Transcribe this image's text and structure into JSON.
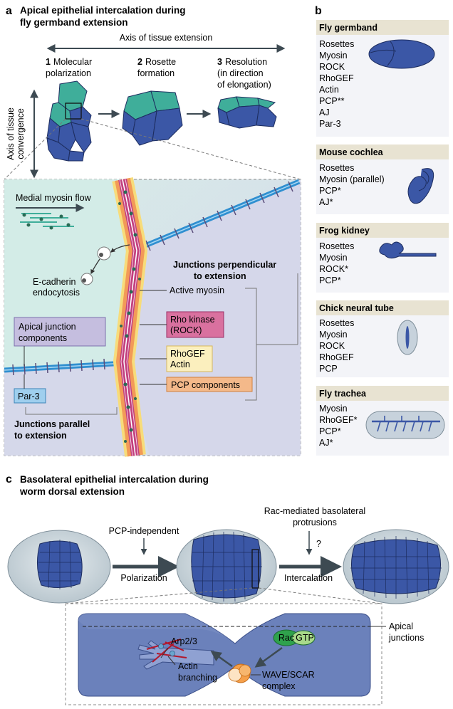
{
  "panel_a": {
    "letter": "a",
    "title_line1": "Apical epithelial intercalation during",
    "title_line2": "fly germband extension",
    "axis_extension": "Axis of tissue extension",
    "axis_convergence_line1": "Axis of tissue",
    "axis_convergence_line2": "convergence",
    "step1_num": "1",
    "step1_line1": "Molecular",
    "step1_line2": "polarization",
    "step2_num": "2",
    "step2_line1": "Rosette",
    "step2_line2": "formation",
    "step3_num": "3",
    "step3_line1": "Resolution",
    "step3_line2": "(in direction",
    "step3_line3": "of elongation)",
    "medial_flow": "Medial myosin flow",
    "ecad_line1": "E-cadherin",
    "ecad_line2": "endocytosis",
    "junctions_perp_line1": "Junctions perpendicular",
    "junctions_perp_line2": "to extension",
    "active_myosin": "Active myosin",
    "rho_kinase_line1": "Rho kinase",
    "rho_kinase_line2": "(ROCK)",
    "apical_junction_line1": "Apical junction",
    "apical_junction_line2": "components",
    "rhogef": "RhoGEF",
    "actin": "Actin",
    "pcp_components": "PCP components",
    "par3": "Par-3",
    "junctions_par_line1": "Junctions parallel",
    "junctions_par_line2": "to extension"
  },
  "panel_b": {
    "letter": "b",
    "boxes": [
      {
        "title": "Fly germband",
        "items": [
          "Rosettes",
          "Myosin",
          "ROCK",
          "RhoGEF",
          "Actin",
          "PCP**",
          "AJ",
          "Par-3"
        ]
      },
      {
        "title": "Mouse cochlea",
        "items": [
          "Rosettes",
          "Myosin (parallel)",
          "PCP*",
          "AJ*"
        ]
      },
      {
        "title": "Frog kidney",
        "items": [
          "Rosettes",
          "Myosin",
          "ROCK*",
          "PCP*"
        ]
      },
      {
        "title": "Chick neural tube",
        "items": [
          "Rosettes",
          "Myosin",
          "ROCK",
          "RhoGEF",
          "PCP"
        ]
      },
      {
        "title": "Fly trachea",
        "items": [
          "Myosin",
          "RhoGEF*",
          "PCP*",
          "AJ*"
        ]
      }
    ]
  },
  "panel_c": {
    "letter": "c",
    "title_line1": "Basolateral epithelial intercalation during",
    "title_line2": "worm dorsal extension",
    "pcp_independent": "PCP-independent",
    "polarization": "Polarization",
    "rac_line1": "Rac-mediated basolateral",
    "rac_line2": "protrusions",
    "question": "?",
    "intercalation": "Intercalation",
    "apical_line1": "Apical",
    "apical_line2": "junctions",
    "arp": "Arp2/3",
    "actin_line1": "Actin",
    "actin_line2": "branching",
    "rac": "Rac",
    "gtp": "GTP",
    "wave_line1": "WAVE/SCAR",
    "wave_line2": "complex"
  },
  "colors": {
    "cell_blue": "#3b57a6",
    "cell_green": "#3fae9a",
    "panel_bg": "#dfe3ee",
    "box_header": "#e8e3d2",
    "junction_blue": "#2f8fd0",
    "myosin_magenta": "#c2407e",
    "pcp_orange": "#f29a58",
    "rhogef_yellow": "#f7dc7a",
    "arrow_dark": "#3d4a52"
  }
}
